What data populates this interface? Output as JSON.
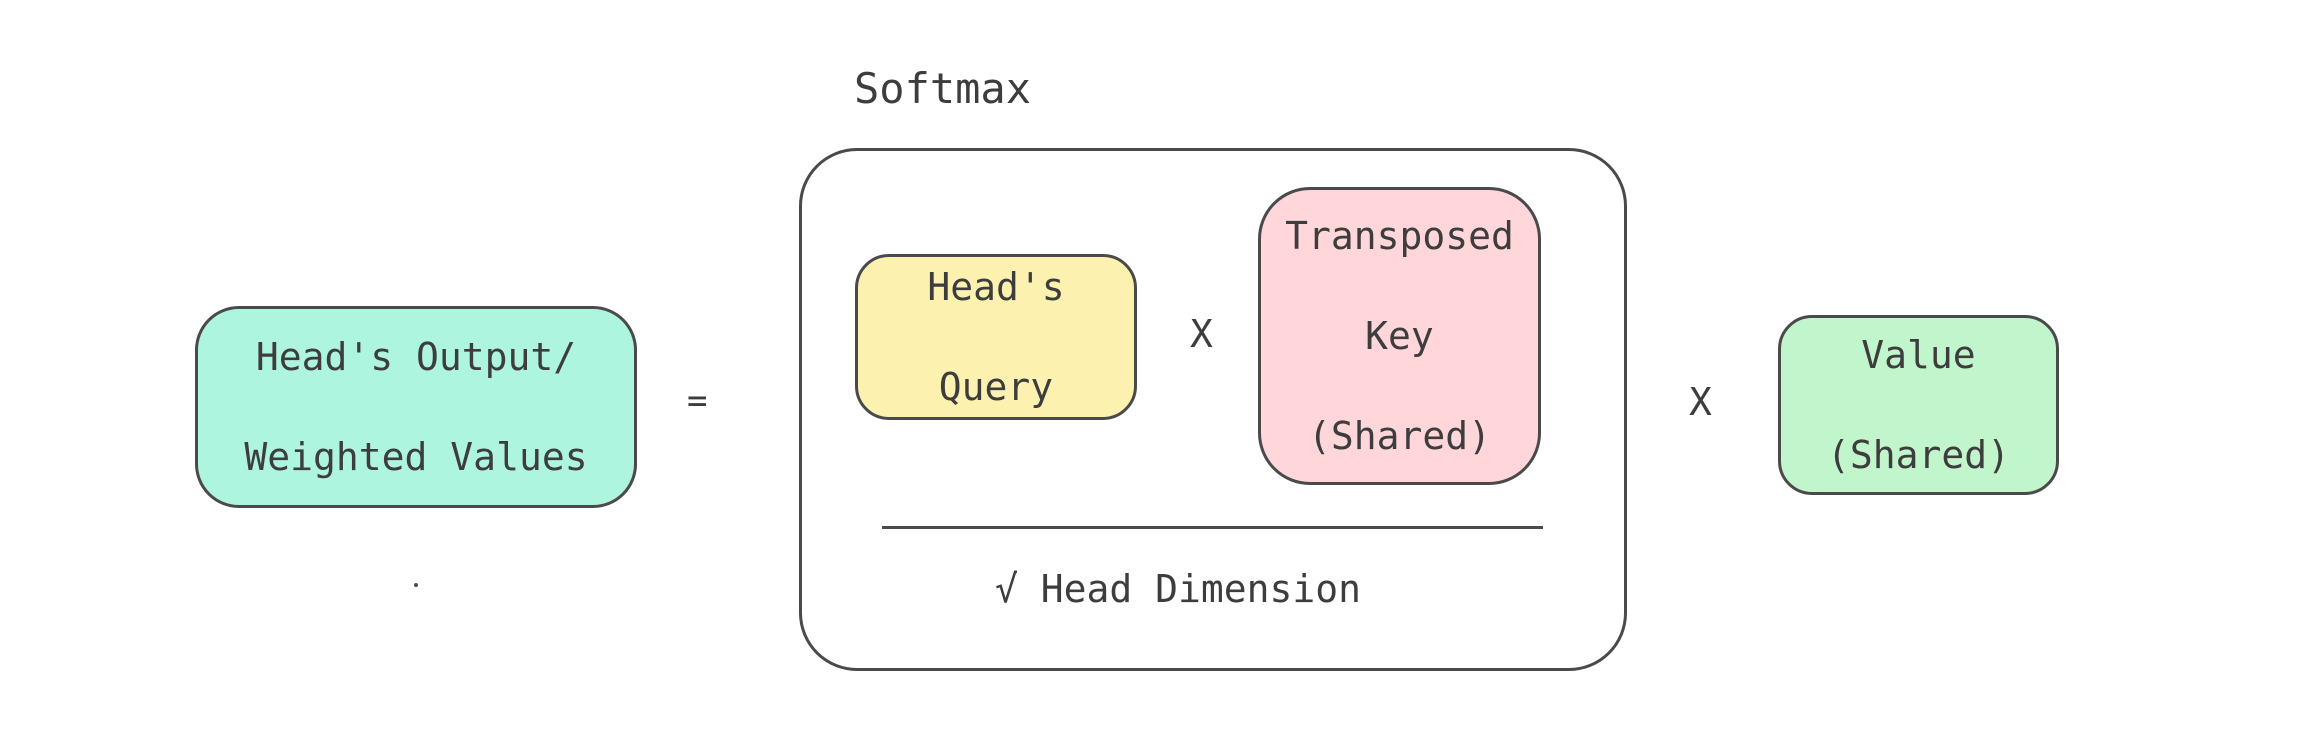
{
  "diagram": {
    "softmax_label": "Softmax",
    "output_box": {
      "line1": "Head's Output/",
      "line2": "Weighted Values"
    },
    "equals_sign": "=",
    "query_box": {
      "line1": "Head's",
      "line2": "Query"
    },
    "multiply_sign_inner": "X",
    "key_box": {
      "line1": "Transposed",
      "line2": "Key",
      "line3": "(Shared)"
    },
    "divisor_label": "√ Head Dimension",
    "multiply_sign_outer": "X",
    "value_box": {
      "line1": "Value",
      "line2": "(Shared)"
    }
  },
  "colors": {
    "output_fill": "#adf5df",
    "query_fill": "#fdf1b0",
    "key_fill": "#ffd6d9",
    "value_fill": "#c1f5cc",
    "stroke": "#4a4a4a",
    "text": "#3d3d3d"
  }
}
